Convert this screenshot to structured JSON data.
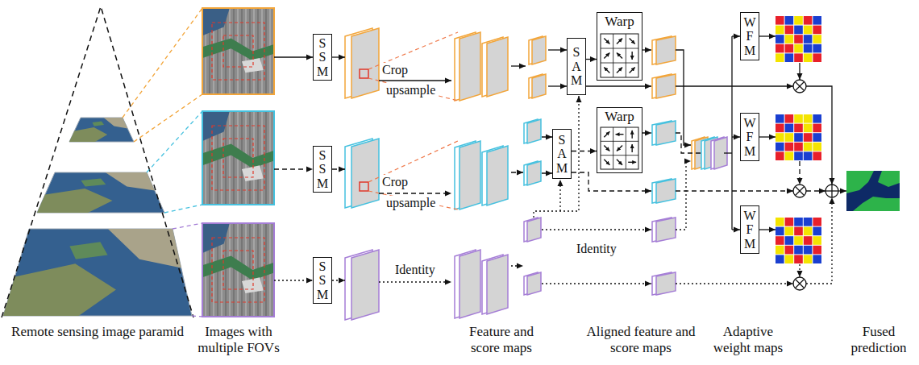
{
  "diagram": {
    "nodes": [
      {
        "text": [
          "SSM"
        ]
      },
      {
        "text": [
          "SSM"
        ]
      },
      {
        "text": [
          "SSM"
        ]
      },
      {
        "text": [
          "SAM"
        ]
      },
      {
        "text": [
          "SAM"
        ]
      },
      {
        "text": [
          "Warp"
        ]
      },
      {
        "text": [
          "Warp"
        ]
      },
      {
        "text": [
          "WFM"
        ]
      },
      {
        "text": [
          "WFM"
        ]
      },
      {
        "text": [
          "WFM"
        ]
      }
    ],
    "edges": [
      {
        "from": 3,
        "to": 5,
        "arrow": "to"
      },
      {
        "from": 4,
        "to": 6,
        "arrow": "to"
      }
    ],
    "labels": [
      "Crop",
      "upsample",
      "Crop",
      "upsample",
      "Identity",
      "Identity",
      "Remote sensing image paramid",
      "Images with multiple FOVs",
      "Feature and score maps",
      "Aligned feature and score maps",
      "Adaptive weight maps",
      "Fused prediction"
    ]
  }
}
